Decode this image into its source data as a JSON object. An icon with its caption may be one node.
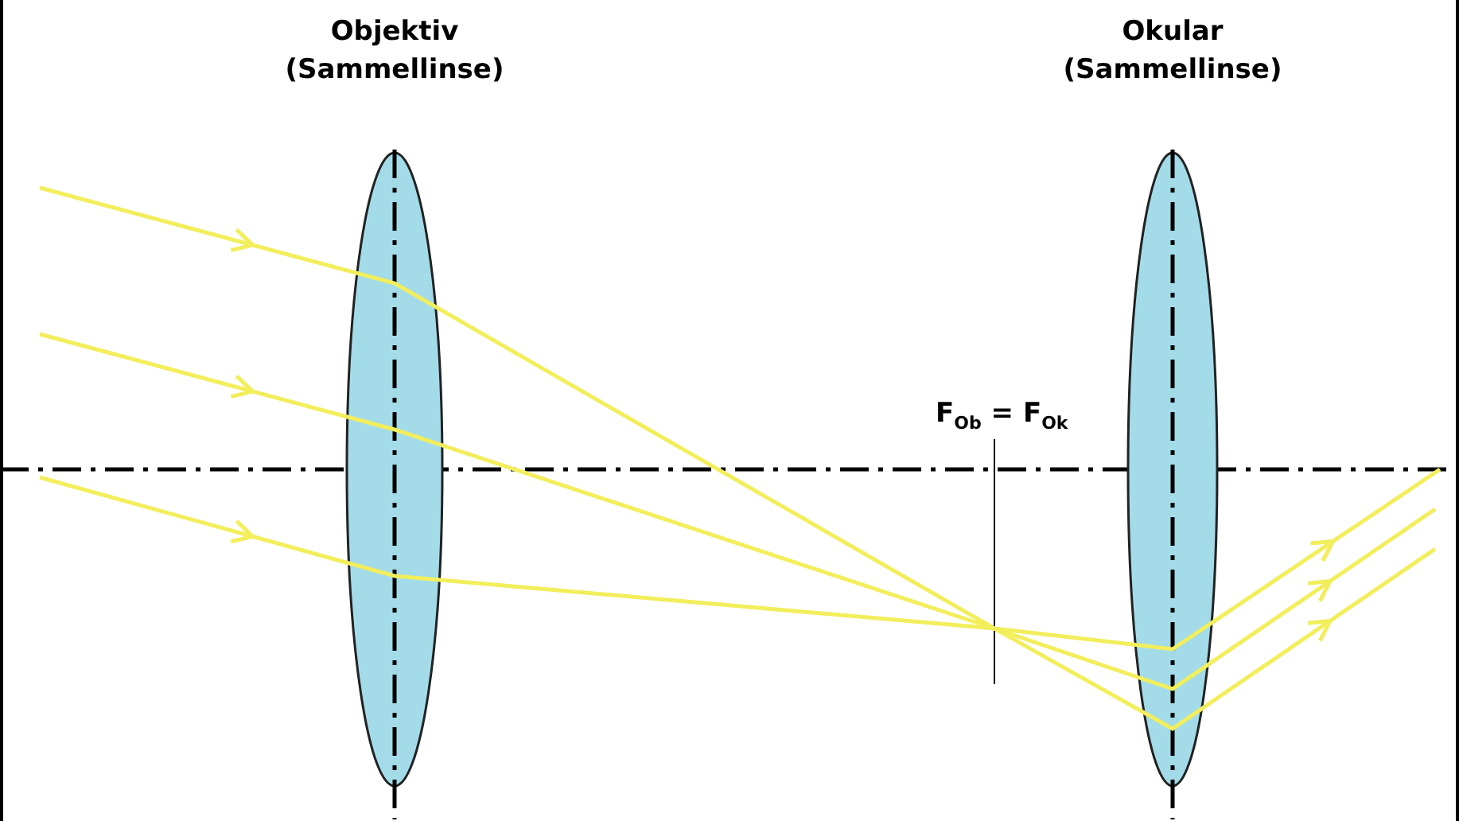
{
  "diagram": {
    "nodes": [
      {
        "text": [
          "Objektiv (Sammellinse)"
        ]
      },
      {
        "text": [
          "Okular (Sammellinse)"
        ]
      }
    ],
    "labels": [
      "F$_{Ob}$ = F$_{Ok}$"
    ]
  }
}
